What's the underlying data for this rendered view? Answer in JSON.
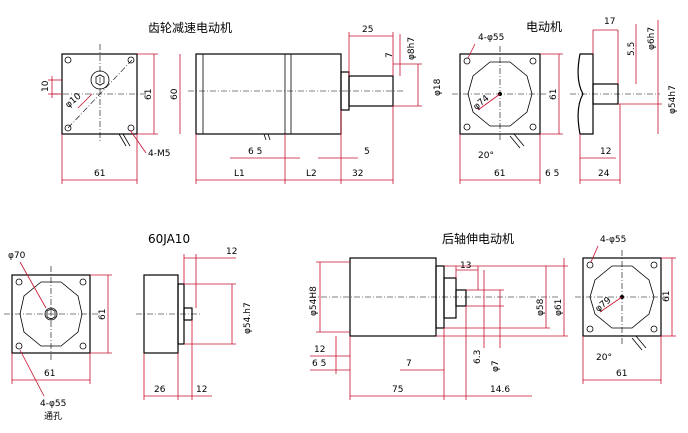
{
  "titles": {
    "gear": "齿轮减速电动机",
    "motor": "电动机",
    "model": "60JA10",
    "rear": "后轴伸电动机"
  },
  "dims": {
    "g_10": "10",
    "g_phi10": "φ10",
    "g_61v": "61",
    "g_60v": "60",
    "g_4m5": "4-M5",
    "g_61h": "61",
    "g_l1": "L1",
    "g_l2": "L2",
    "g_65": "6 5",
    "g_25": "25",
    "g_7": "7",
    "g_phi8h7": "φ8h7",
    "g_phi18": "φ18",
    "g_5": "5",
    "g_32": "32",
    "m_4phi55": "4-φ55",
    "m_phi74": "φ74",
    "m_61v": "61",
    "m_20": "20°",
    "m_61h": "61",
    "m_65": "6 5",
    "m_17": "17",
    "m_55": "5.5",
    "m_phi6h7": "φ6h7",
    "m_phi54h7": "φ54h7",
    "m_12": "12",
    "m_24": "24",
    "j_phi70": "φ70",
    "j_61v": "61",
    "j_61h": "61",
    "j_4phi55": "4-φ55",
    "j_note": "通孔",
    "j_12": "12",
    "j_phi54": "φ54.h7",
    "j_26": "26",
    "j_12b": "12",
    "r_phi54h8": "φ54H8",
    "r_13": "13",
    "r_phi58": "φ58",
    "r_phi61": "φ61",
    "r_12": "12",
    "r_65": "6 5",
    "r_7": "7",
    "r_63": "6.3",
    "r_phi7": "φ7",
    "r_75": "75",
    "r_146": "14.6",
    "r_4phi55": "4-φ55",
    "r_phi79": "φ79",
    "r_61v": "61",
    "r_20": "20°",
    "r_61h": "61"
  }
}
